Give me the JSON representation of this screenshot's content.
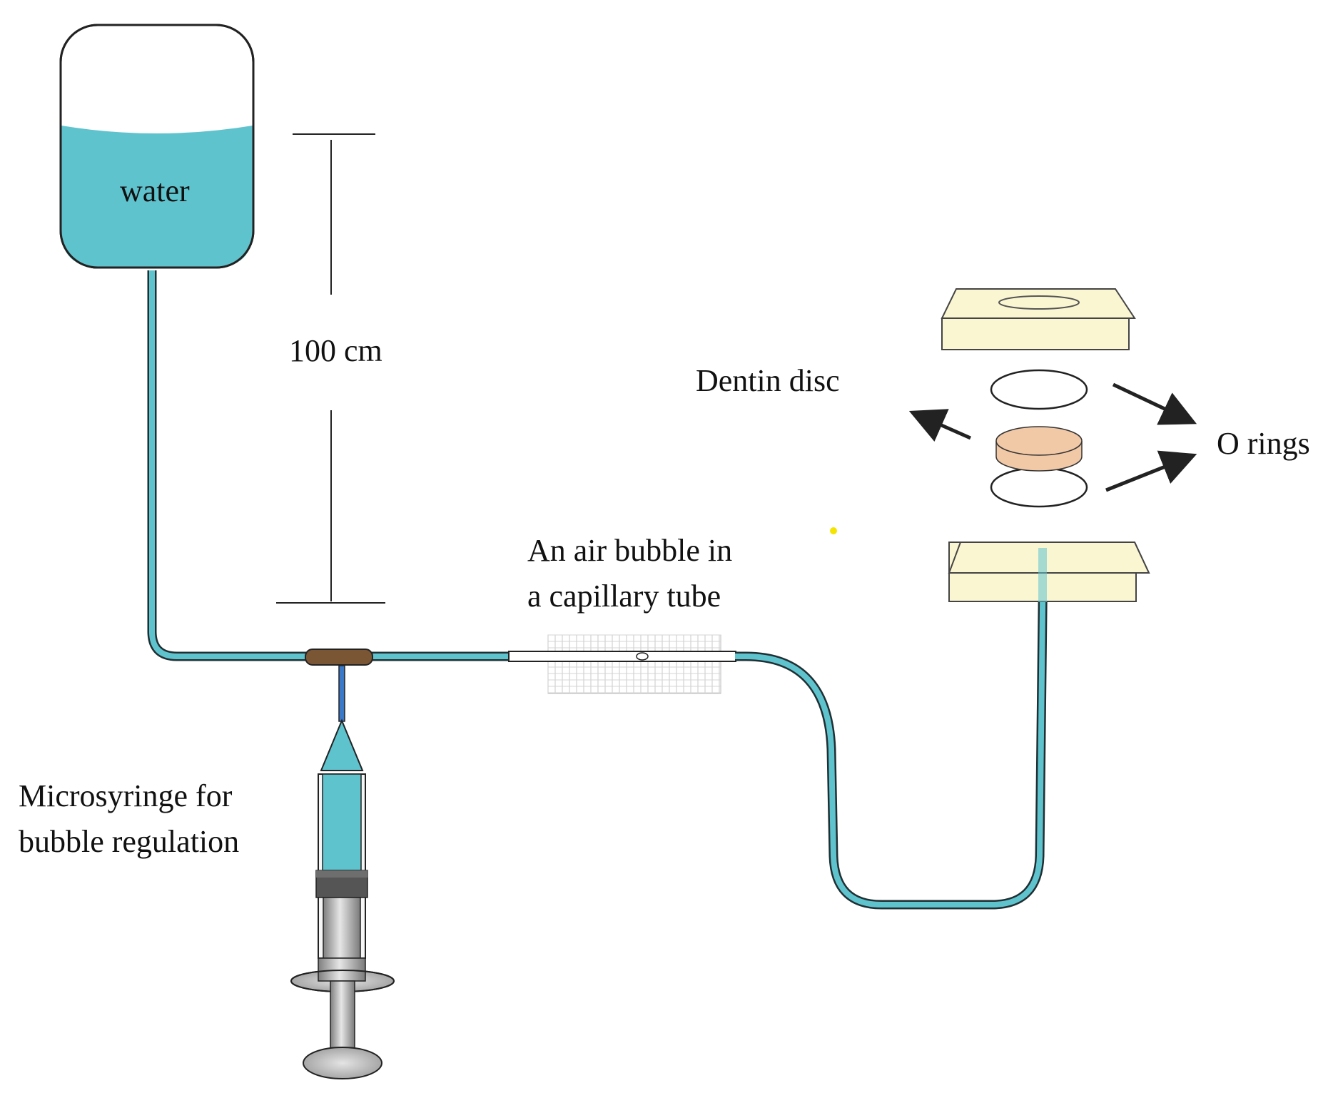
{
  "labels": {
    "water": "water",
    "height": "100 cm",
    "dentin_disc": "Dentin disc",
    "o_rings": "O rings",
    "bubble_line1": "An air bubble in",
    "bubble_line2": "a capillary tube",
    "syringe_line1": "Microsyringe for",
    "syringe_line2": "bubble regulation"
  },
  "colors": {
    "water": "#5fc3ce",
    "tube_stroke": "#2a7e8a",
    "tube_outline": "#1f2f33",
    "connector": "#7b5634",
    "syringe_needle": "#3a78c8",
    "plunger_gray": "#a0a0a0",
    "rubber": "#555555",
    "chamber": "#fbf6d2",
    "dentin": "#f2c9a7",
    "accent_dot": "#f4e400"
  }
}
